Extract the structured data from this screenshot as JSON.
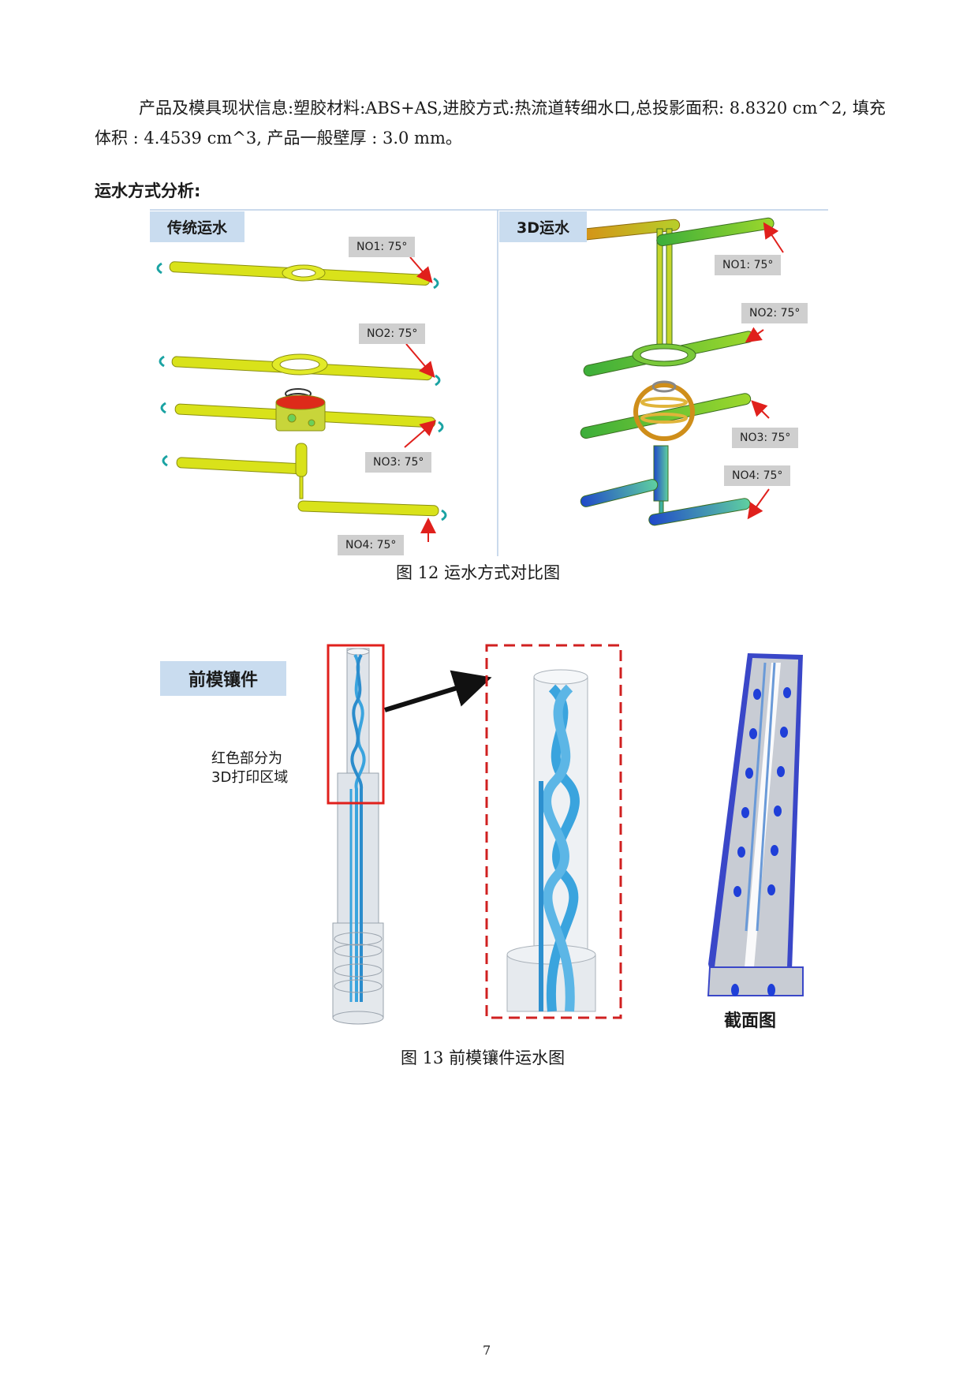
{
  "paragraph": "产品及模具现状信息:塑胶材料:ABS+AS,进胶方式:热流道转细水口,总投影面积: 8.8320 cm^2, 填充体积 : 4.4539 cm^3, 产品一般壁厚 : 3.0 mm。",
  "section_heading": "运水方式分析:",
  "figure12": {
    "left_tab": "传统运水",
    "right_tab": "3D运水",
    "left_callouts": [
      "NO1: 75°",
      "NO2: 75°",
      "NO3: 75°",
      "NO4: 75°"
    ],
    "right_callouts": [
      "NO1: 75°",
      "NO2: 75°",
      "NO3: 75°",
      "NO4: 75°"
    ],
    "caption": "图 12 运水方式对比图"
  },
  "figure13": {
    "tab": "前模镶件",
    "note_line1": "红色部分为",
    "note_line2": "3D打印区域",
    "section_label": "截面图",
    "caption": "图 13 前模镶件运水图"
  },
  "page_number": "7",
  "colors": {
    "tab_bg": "#c9dcef",
    "callout_bg": "#cfcfcf",
    "pipe_yellow": "#d9e21a",
    "pipe_green": "#4fc43c",
    "pipe_blue": "#2a62d8",
    "arrow_red": "#e0201c",
    "insert_gray": "#c8d0d8",
    "channel_blue": "#3aa4de"
  }
}
